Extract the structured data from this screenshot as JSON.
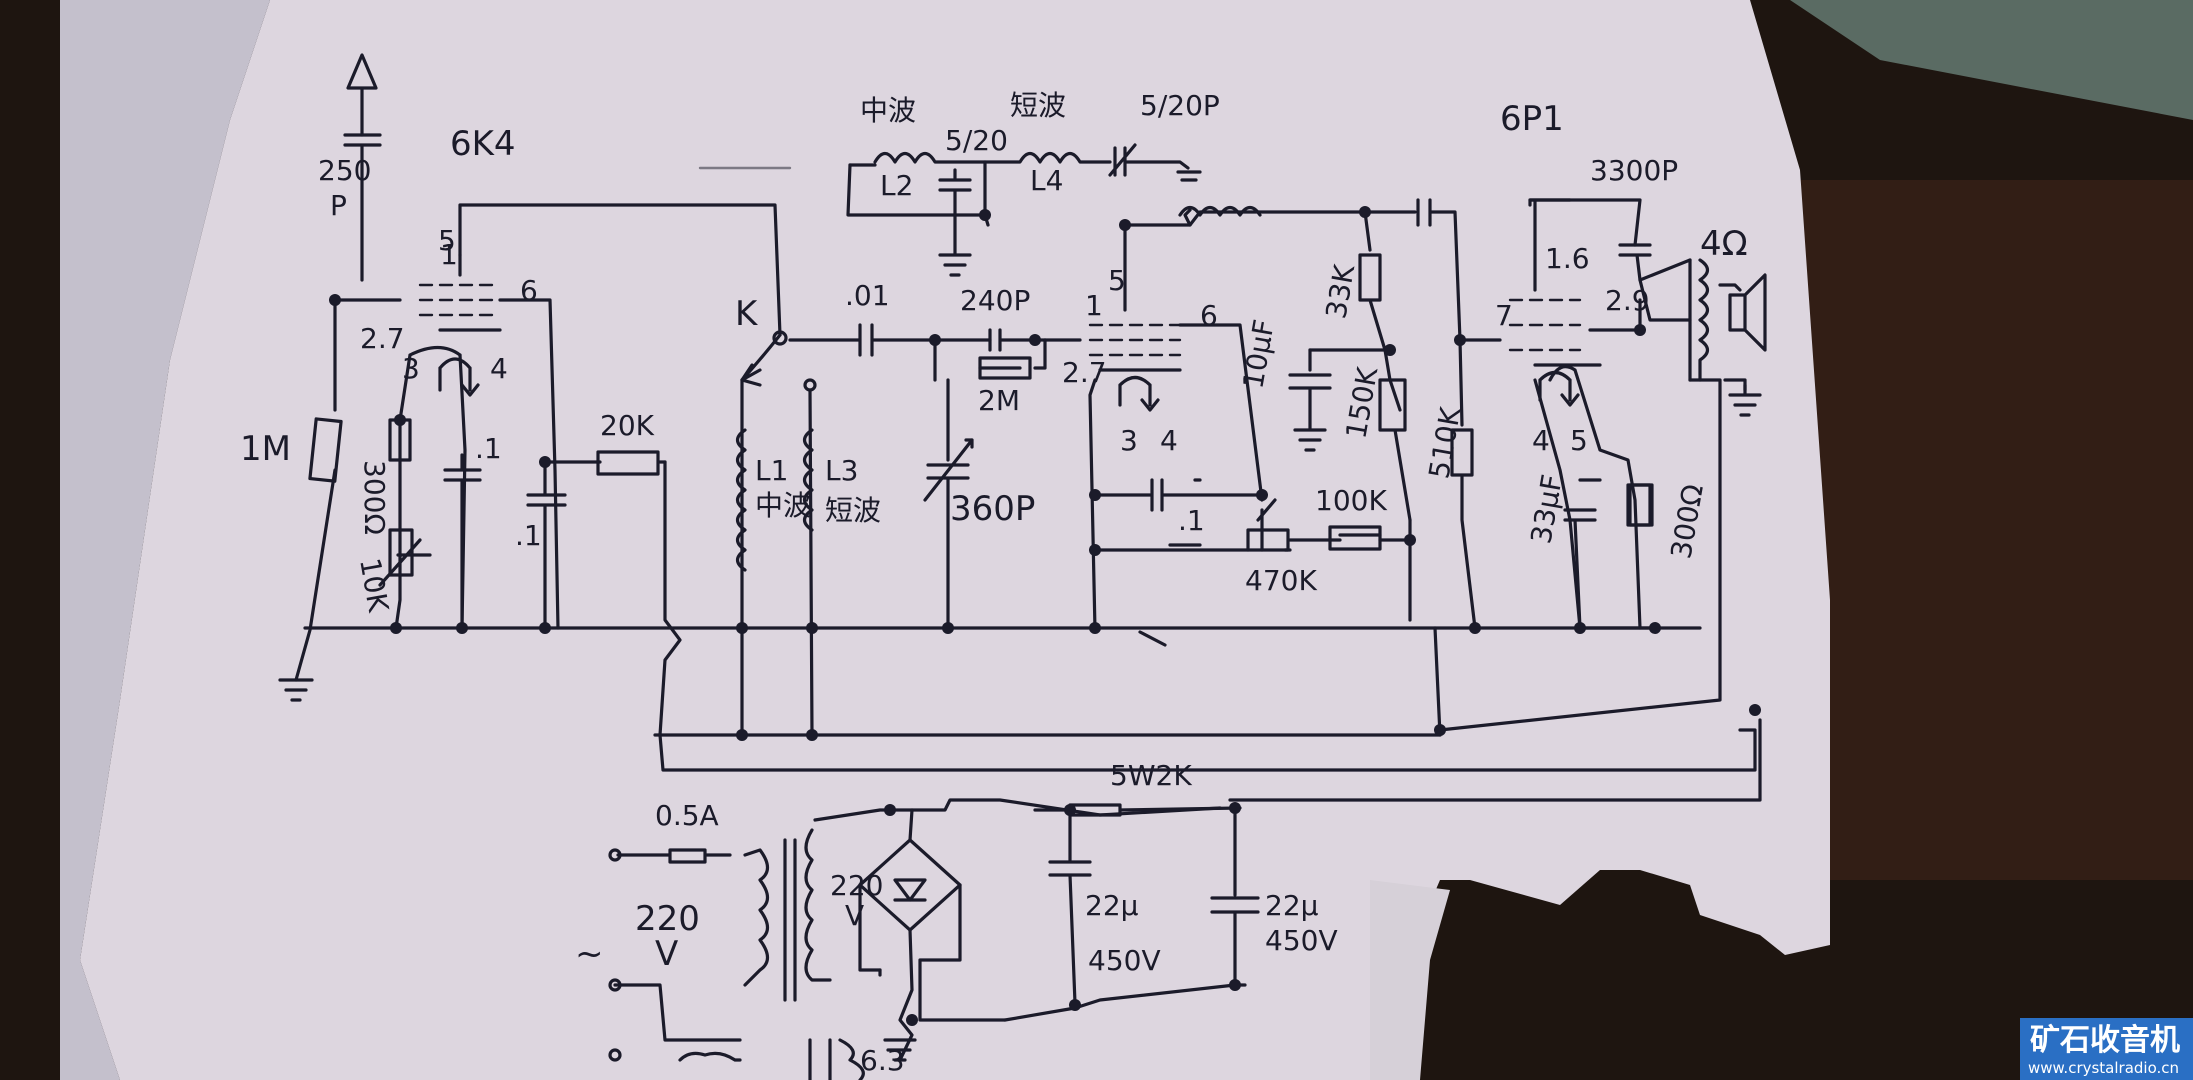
{
  "tubes": {
    "t1": "6K4",
    "t2": "6P1"
  },
  "capacitors": {
    "antenna": "250",
    "antenna_unit": "P",
    "mw_trim": "5/20",
    "sw_trim": "5/20P",
    "c_01a": ".1",
    "c_01b": ".1",
    "coupling": ".01",
    "grid": "240P",
    "tuning": "360P",
    "c_screen": ".1",
    "c_10uf": "10μF",
    "out_shunt": "3300P",
    "cathode_out": "33μF",
    "filter_a": "22μ",
    "filter_b": "22μ",
    "filter_va": "450V",
    "filter_vb": "450V"
  },
  "resistors": {
    "r_1m": "1M",
    "r_300": "300Ω",
    "r_10k": "10K",
    "r_20k": "20K",
    "r_2m": "2M",
    "r_33k": "33K",
    "r_150k": "150K",
    "r_100k": "100K",
    "r_470k": "470K",
    "r_510k": "510K",
    "r_out300": "300Ω",
    "r_5w2k": "5W2K"
  },
  "coils": {
    "l1": "L1",
    "l1_band": "中波",
    "l2": "L2",
    "l2_band": "中波",
    "l3": "L3",
    "l3_band": "短波",
    "l4": "L4",
    "l4_band": "短波"
  },
  "pins": {
    "t1_p1": "1",
    "t1_p5": "5",
    "t1_p6": "6",
    "t1_p27": "2.7",
    "t1_p3": "3",
    "t1_p4": "4",
    "t2_p1": "1",
    "t2_p5": "5",
    "t2_p6": "6",
    "t2_p27": "2.7",
    "t2_p3": "3",
    "t2_p4": "4",
    "t3_p16": "1.6",
    "t3_p29": "2.9",
    "t3_p7": "7",
    "t3_p4": "4",
    "t3_p5": "5"
  },
  "switch_label": "K",
  "speaker_label": "4Ω",
  "power": {
    "fuse": "0.5A",
    "mains": "220",
    "mains_unit": "V",
    "ac_symbol": "~",
    "secondary": "220",
    "secondary_unit": "V",
    "heater": "6.3"
  },
  "watermark": {
    "title": "矿石收音机",
    "url": "www.crystalradio.cn"
  }
}
